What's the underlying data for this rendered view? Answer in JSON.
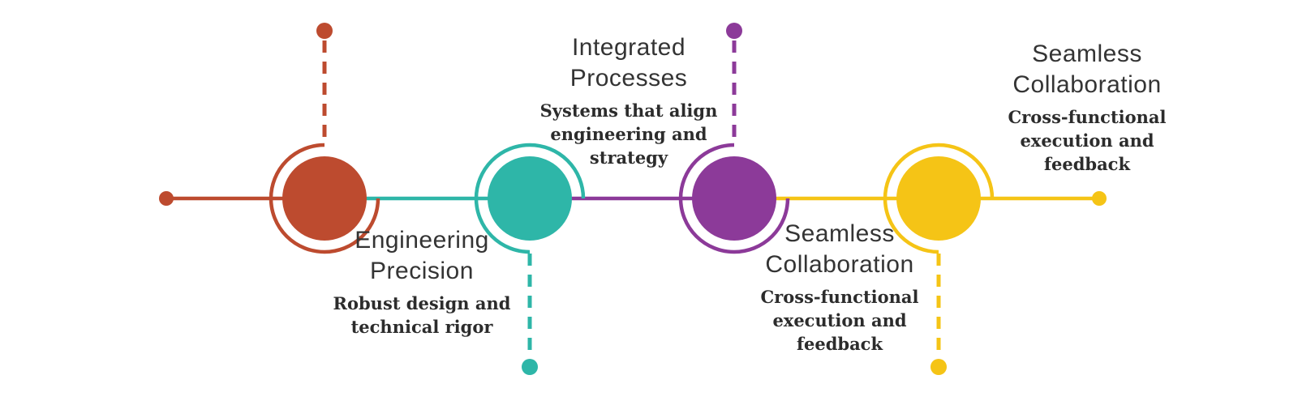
{
  "diagram": {
    "type": "timeline-infographic",
    "background_color": "#ffffff",
    "text_color": "#343434",
    "nodes": [
      {
        "id": "engineering-precision",
        "title": "Engineering Precision",
        "subtitle": "Robust design and technical rigor",
        "color": "#bd4b2f",
        "label_position": "below",
        "dashed_connector": "top"
      },
      {
        "id": "integrated-processes",
        "title": "Integrated Processes",
        "subtitle": "Systems that align engineering and strategy",
        "color": "#2eb6a8",
        "label_position": "above",
        "dashed_connector": "bottom"
      },
      {
        "id": "seamless-collaboration-1",
        "title": "Seamless Collaboration",
        "subtitle": "Cross-functional execution and feedback",
        "color": "#8c3a99",
        "label_position": "below",
        "dashed_connector": "top"
      },
      {
        "id": "seamless-collaboration-2",
        "title": "Seamless Collaboration",
        "subtitle": "Cross-functional execution and feedback",
        "color": "#f5c416",
        "label_position": "above",
        "dashed_connector": "bottom"
      }
    ]
  }
}
